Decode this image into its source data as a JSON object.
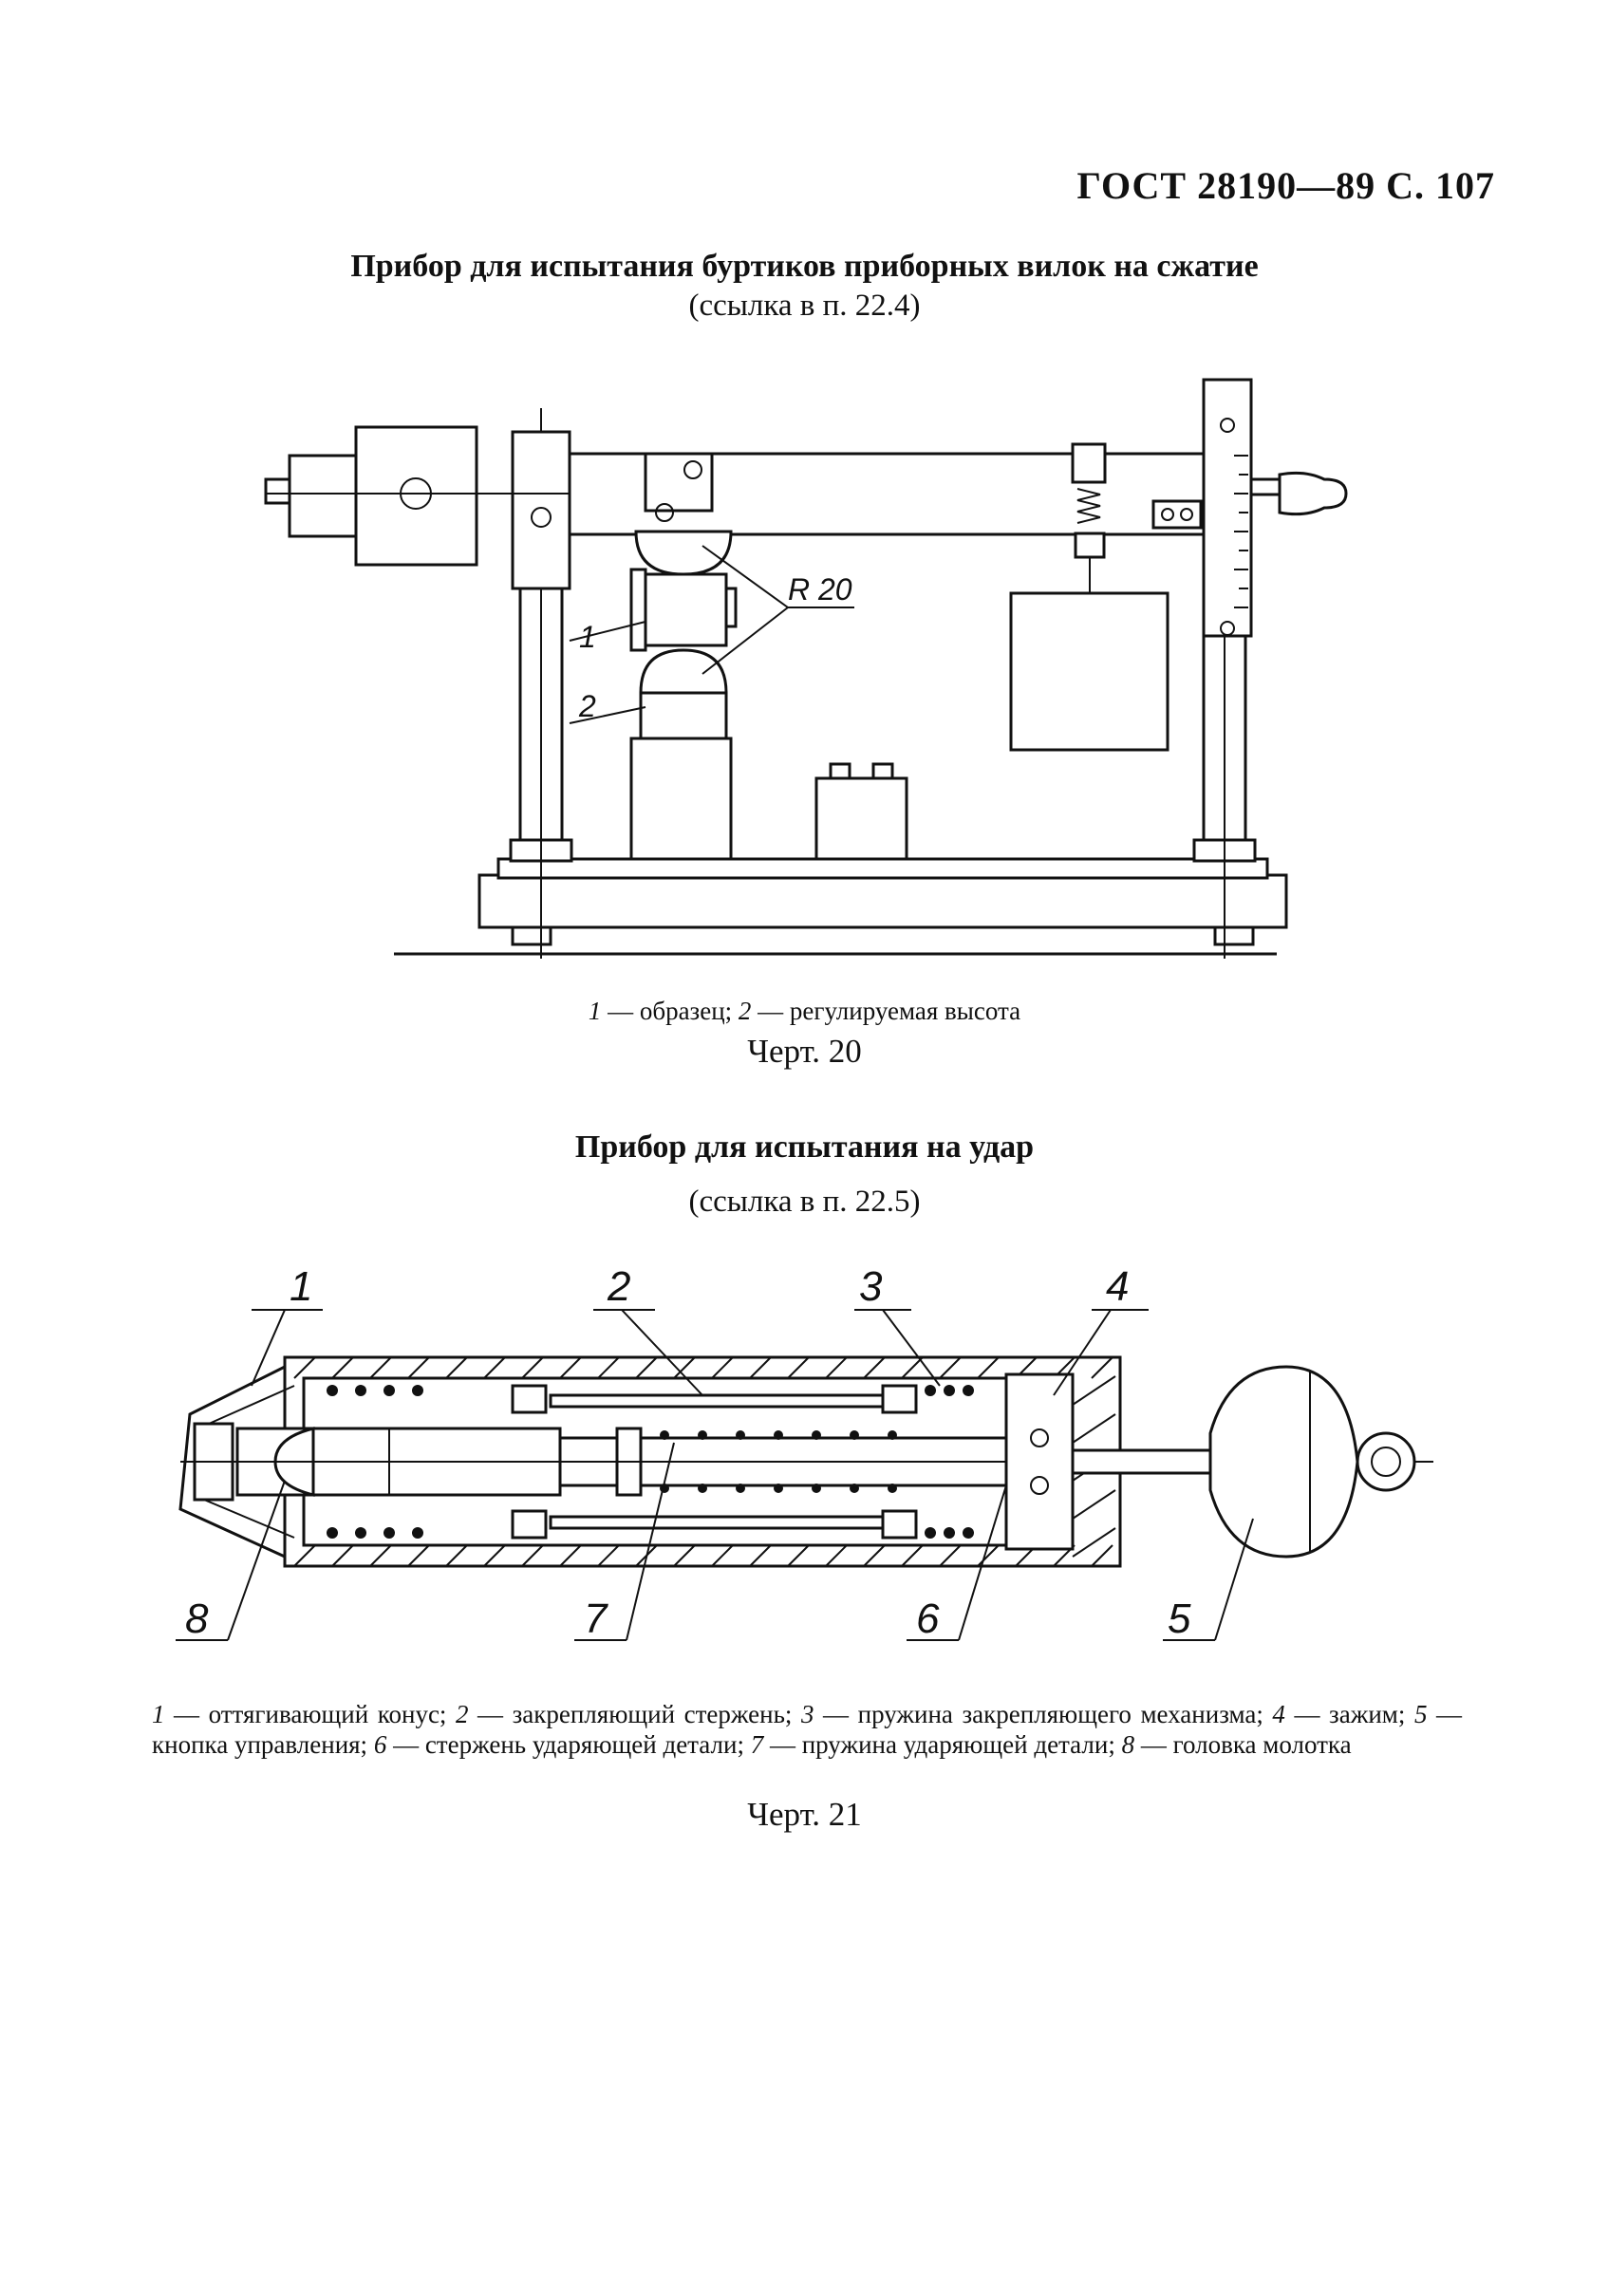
{
  "header": {
    "standard": "ГОСТ 28190—89 С. 107"
  },
  "figure20": {
    "title": "Прибор для испытания буртиков приборных вилок на сжатие",
    "reference": "(ссылка в п. 22.4)",
    "labels": {
      "l1": "1",
      "l2": "2",
      "radius": "R 20"
    },
    "caption": {
      "n1": "1",
      "t1": " — образец; ",
      "n2": "2",
      "t2": " — регулируемая высота"
    },
    "figure_label": "Черт. 20"
  },
  "figure21": {
    "title": "Прибор для испытания на удар",
    "reference": "(ссылка в п. 22.5)",
    "labels": {
      "l1": "1",
      "l2": "2",
      "l3": "3",
      "l4": "4",
      "l5": "5",
      "l6": "6",
      "l7": "7",
      "l8": "8"
    },
    "caption": {
      "n1": "1",
      "t1": " — оттягивающий конус; ",
      "n2": "2",
      "t2": " — закрепляющий стержень; ",
      "n3": "3",
      "t3": " — пружина закрепляющего механизма; ",
      "n4": "4",
      "t4": " — зажим; ",
      "n5": "5",
      "t5": " — кнопка управления; ",
      "n6": "6",
      "t6": " — стержень ударяющей детали; ",
      "n7": "7",
      "t7": " — пружина ударяющей детали; ",
      "n8": "8",
      "t8": " — головка молотка"
    },
    "figure_label": "Черт. 21"
  }
}
